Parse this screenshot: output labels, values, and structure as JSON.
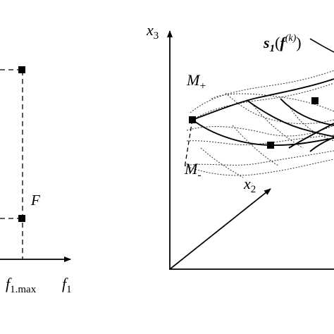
{
  "left_panel": {
    "region_label": "F",
    "x_axis_label": "f",
    "x_axis_subscript": "1",
    "x_tick_label": "f",
    "x_tick_subscript": "1.max"
  },
  "right_panel": {
    "vertical_axis_label": "x",
    "vertical_axis_subscript": "3",
    "diagonal_axis_label": "x",
    "diagonal_axis_subscript": "2",
    "upper_bound_label": "M",
    "upper_bound_sign": "+",
    "lower_bound_label": "M",
    "lower_bound_sign": "-",
    "curve_label_prefix": "s",
    "curve_label_index": "1",
    "curve_label_paren_open": "(",
    "curve_label_arg": "f",
    "curve_label_superscript": "(k)",
    "curve_label_paren_close": ")"
  },
  "colors": {
    "ink": "#000000",
    "background": "#ffffff"
  }
}
